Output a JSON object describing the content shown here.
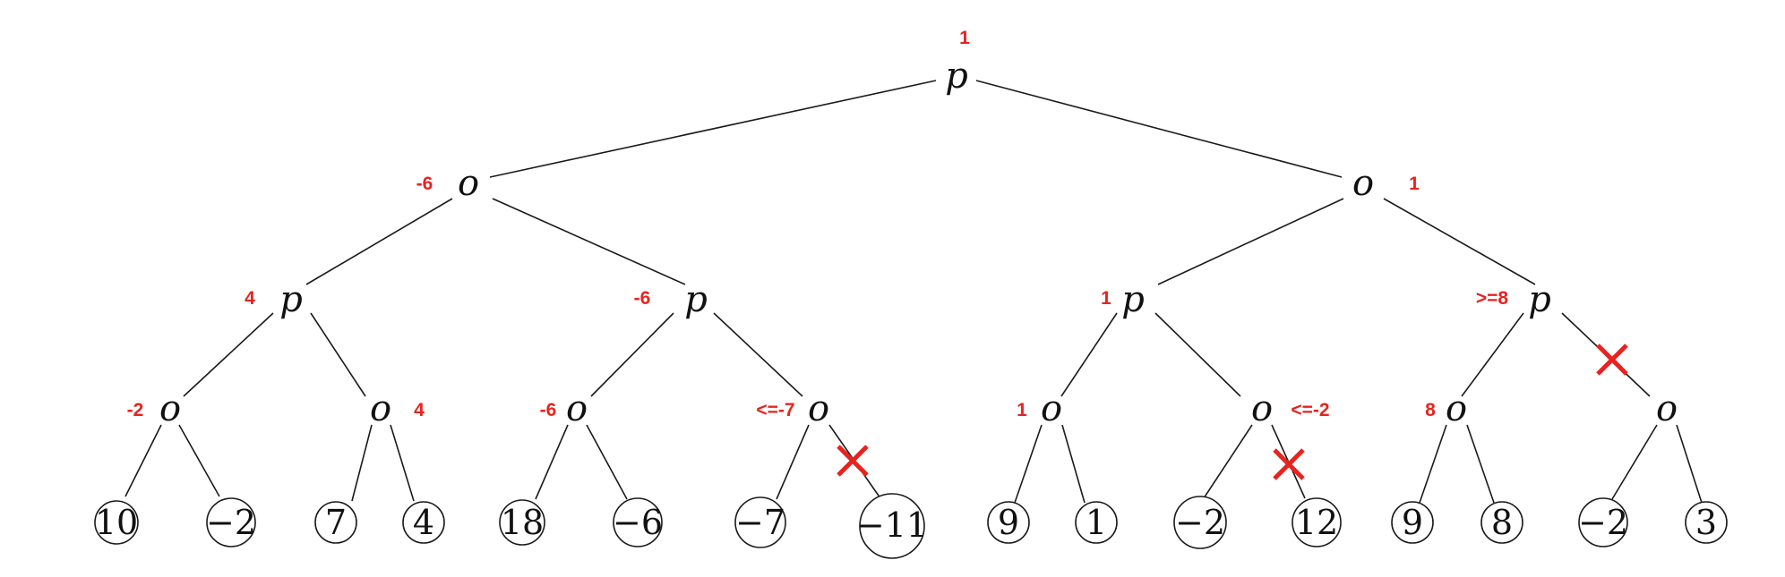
{
  "colors": {
    "annotation": "#e8231f",
    "line": "#1a1a1a"
  },
  "tree": {
    "root": {
      "label": "p",
      "value": "1"
    },
    "level1": [
      {
        "label": "o",
        "value": "-6"
      },
      {
        "label": "o",
        "value": "1"
      }
    ],
    "level2": [
      {
        "label": "p",
        "value": "4"
      },
      {
        "label": "p",
        "value": "-6"
      },
      {
        "label": "p",
        "value": "1"
      },
      {
        "label": "p",
        "value": ">=8"
      }
    ],
    "level3": [
      {
        "label": "o",
        "value": "-2"
      },
      {
        "label": "o",
        "value": "4"
      },
      {
        "label": "o",
        "value": "-6"
      },
      {
        "label": "o",
        "value": "<=-7"
      },
      {
        "label": "o",
        "value": "1"
      },
      {
        "label": "o",
        "value": "<=-2"
      },
      {
        "label": "o",
        "value": "8"
      },
      {
        "label": "o",
        "value": ""
      }
    ],
    "leaves": [
      "10",
      "−2",
      "7",
      "4",
      "18",
      "−6",
      "−7",
      "−11",
      "9",
      "1",
      "−2",
      "12",
      "9",
      "8",
      "−2",
      "3"
    ],
    "pruned_marks": [
      "prune-icon",
      "prune-icon",
      "prune-icon"
    ]
  }
}
